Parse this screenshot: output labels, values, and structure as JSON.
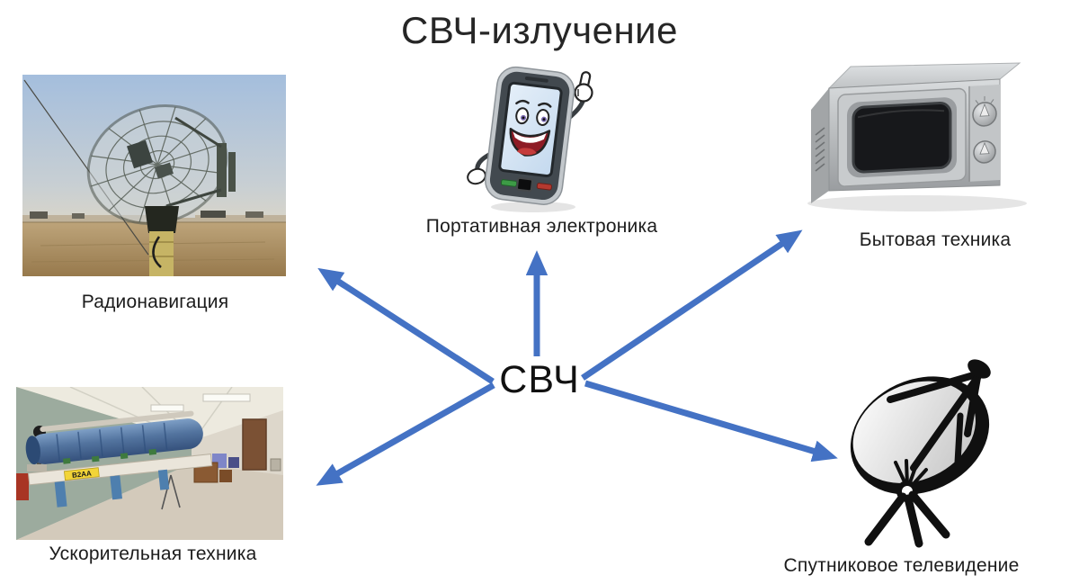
{
  "title": "СВЧ-излучение",
  "center_label": "СВЧ",
  "nodes": {
    "radio_navigation": {
      "label": "Радионавигация",
      "image": "radar-antenna-photo"
    },
    "portable_electronics": {
      "label": "Портативная электроника",
      "image": "cartoon-smartphone-thumbs-up"
    },
    "household_appliances": {
      "label": "Бытовая техника",
      "image": "microwave-oven-photo"
    },
    "accelerator_technology": {
      "label": "Ускорительная техника",
      "image": "particle-accelerator-photo"
    },
    "satellite_tv": {
      "label": "Спутниковое телевидение",
      "image": "satellite-dish-clipart"
    }
  },
  "accelerator_photo": {
    "beam_label": "B2AA"
  },
  "colors": {
    "arrow": "#4472c4",
    "text": "#1f1f1f",
    "background": "#ffffff"
  }
}
